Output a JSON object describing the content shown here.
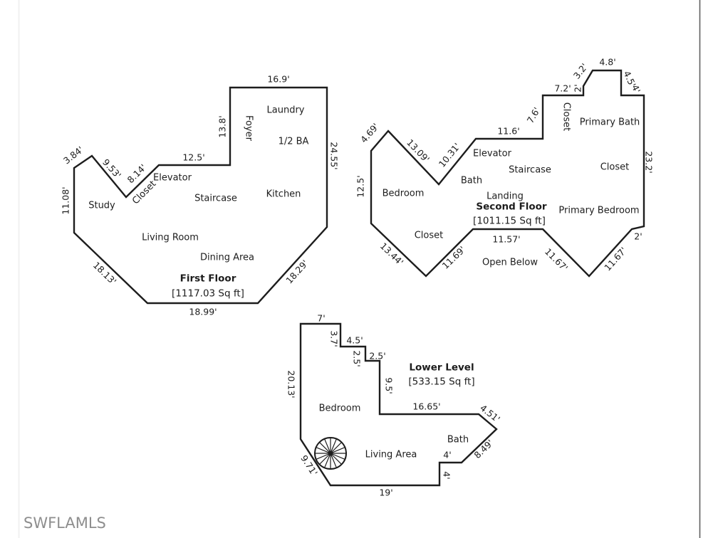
{
  "watermark": "SWFLAMLS",
  "colors": {
    "line": "#1d1d1d",
    "text": "#1d1d1d",
    "watermark": "#8e8e8e",
    "photo_edge": "#606060"
  },
  "floors": {
    "first": {
      "title": "First Floor",
      "area": "[1117.03 Sq ft]",
      "rooms": {
        "laundry": "Laundry",
        "foyer": "Foyer",
        "half_bath": "1/2 BA",
        "kitchen": "Kitchen",
        "elevator": "Elevator",
        "closet": "Closet",
        "staircase": "Staircase",
        "study": "Study",
        "living_room": "Living Room",
        "dining_area": "Dining Area"
      },
      "dims": {
        "top": "16.9'",
        "foyer_wall": "13.8'",
        "right": "24.55'",
        "hall": "12.5'",
        "closet_down": "9.53'",
        "closet_up": "8.14'",
        "top_left": "3.84'",
        "left": "11.08'",
        "bottom_left": "18.13'",
        "bottom": "18.99'",
        "bottom_right": "18.29'"
      }
    },
    "second": {
      "title": "Second Floor",
      "area": "[1011.15 Sq ft]",
      "rooms": {
        "closet_top": "Closet",
        "primary_bath": "Primary Bath",
        "elevator": "Elevator",
        "staircase": "Staircase",
        "closet_right": "Closet",
        "bath": "Bath",
        "bedroom": "Bedroom",
        "landing": "Landing",
        "primary_bedroom": "Primary Bedroom",
        "closet_lower": "Closet",
        "open_below": "Open Below"
      },
      "dims": {
        "peak_left": "4.69'",
        "valley_left": "13.09'",
        "valley_right": "10.31'",
        "elevator_top": "11.6'",
        "closet_wall": "7.6'",
        "top_left": "7.2'",
        "notch_v": "2'",
        "notch_diag": "3.2'",
        "top": "4.8'",
        "top_right_v": "4.5'",
        "top_right_h": "4'",
        "right": "23.2'",
        "left": "12.5'",
        "bottom_left": "13.44'",
        "open_left": "11.69'",
        "open_top": "11.57'",
        "open_right": "11.67'",
        "corner_diag": "11.67'",
        "corner": "2'"
      }
    },
    "lower": {
      "title": "Lower Level",
      "area": "[533.15 Sq ft]",
      "rooms": {
        "bedroom": "Bedroom",
        "living_area": "Living Area",
        "bath": "Bath"
      },
      "dims": {
        "top": "7'",
        "step1_v": "3.7'",
        "step1_h": "4.5'",
        "step2_v": "2.5'",
        "step2_h": "2.5'",
        "step3_v": "9.5'",
        "mid": "16.65'",
        "tip_diag": "4.51'",
        "bath_diag": "8.49'",
        "bath_top": "4'",
        "bath_side": "4'",
        "bottom": "19'",
        "bottom_left": "9.71'",
        "left": "20.13'"
      }
    }
  }
}
